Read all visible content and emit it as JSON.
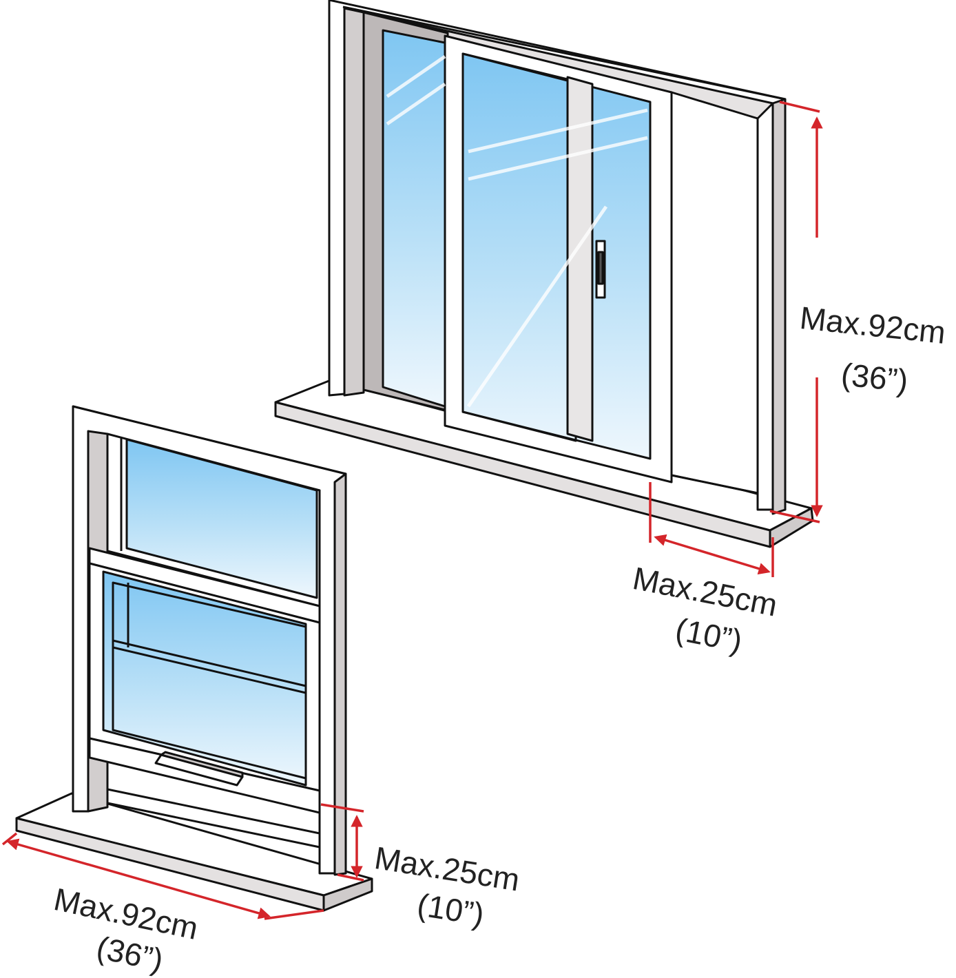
{
  "colors": {
    "frame_fill": "#ffffff",
    "frame_edge": "#111111",
    "side_shade": "#d2cece",
    "glass_top": "#7fc6f2",
    "glass_bottom": "#e9f5fc",
    "measure_red": "#d4252a"
  },
  "labels": {
    "sliding_height": {
      "metric": "Max.92cm",
      "imperial": "(36”)"
    },
    "sliding_depth": {
      "metric": "Max.25cm",
      "imperial": "(10”)"
    },
    "hung_width": {
      "metric": "Max.92cm",
      "imperial": "(36”)"
    },
    "hung_depth": {
      "metric": "Max.25cm",
      "imperial": "(10”)"
    }
  }
}
